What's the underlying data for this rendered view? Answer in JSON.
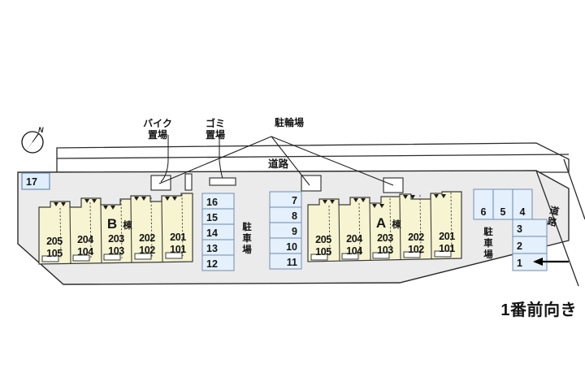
{
  "map": {
    "title_note": "1番前向き",
    "compass_label": "N",
    "road_top_label": "道路",
    "road_right_label": "道路",
    "parking_label_center": "駐車場",
    "parking_label_right": "駐車場",
    "bike_label": "バイク置場",
    "bike_label_line1": "バイク",
    "bike_label_line2": "置場",
    "trash_label_line1": "ゴミ",
    "trash_label_line2": "置場",
    "bicycle_label": "駐輪場",
    "isolated_stall": "17",
    "colors": {
      "building_fill": "#f7f4d2",
      "parking_fill": "#e4f0fb",
      "site_fill": "#ebebeb",
      "outline": "#2b2b2b",
      "parking_stroke": "#7d96b8"
    }
  },
  "buildings": [
    {
      "name": "B棟",
      "name_letter": "B",
      "name_suffix": "棟",
      "units": [
        {
          "upper": "205",
          "lower": "105"
        },
        {
          "upper": "204",
          "lower": "104"
        },
        {
          "upper": "203",
          "lower": "103"
        },
        {
          "upper": "202",
          "lower": "102"
        },
        {
          "upper": "201",
          "lower": "101"
        }
      ]
    },
    {
      "name": "A棟",
      "name_letter": "A",
      "name_suffix": "棟",
      "units": [
        {
          "upper": "205",
          "lower": "105"
        },
        {
          "upper": "204",
          "lower": "104"
        },
        {
          "upper": "203",
          "lower": "103"
        },
        {
          "upper": "202",
          "lower": "102"
        },
        {
          "upper": "201",
          "lower": "101"
        }
      ]
    }
  ],
  "parking": {
    "left_column": [
      "16",
      "15",
      "14",
      "13",
      "12"
    ],
    "right_column": [
      "7",
      "8",
      "9",
      "10",
      "11"
    ],
    "far_right_top_row": [
      "6",
      "5",
      "4"
    ],
    "far_right_stack": [
      "3",
      "2",
      "1"
    ]
  }
}
